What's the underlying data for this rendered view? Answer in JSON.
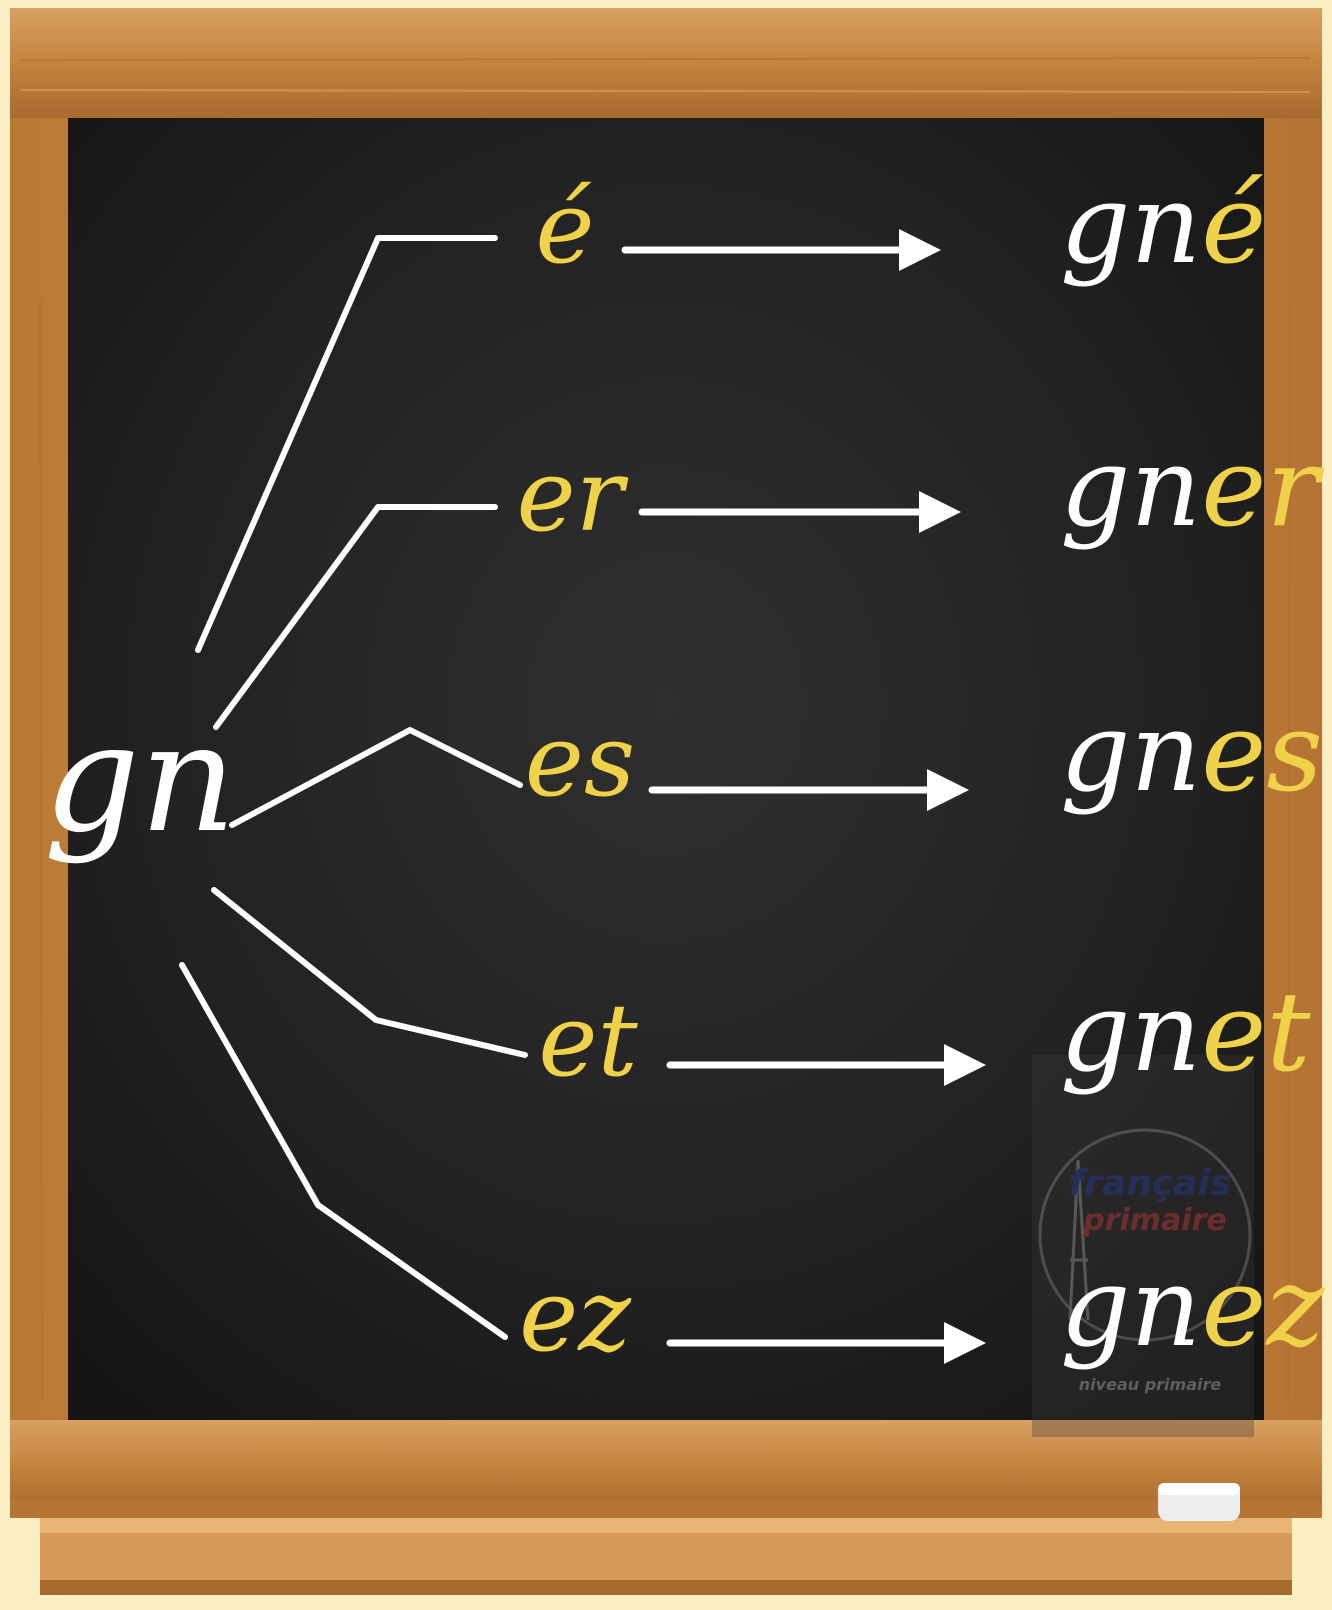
{
  "diagram": {
    "stem": "gn",
    "branches": [
      {
        "suffix": "é",
        "result_prefix": "gn",
        "result_suffix": "é"
      },
      {
        "suffix": "er",
        "result_prefix": "gn",
        "result_suffix": "er"
      },
      {
        "suffix": "es",
        "result_prefix": "gn",
        "result_suffix": "es"
      },
      {
        "suffix": "et",
        "result_prefix": "gn",
        "result_suffix": "et"
      },
      {
        "suffix": "ez",
        "result_prefix": "gn",
        "result_suffix": "ez"
      }
    ]
  },
  "watermark": {
    "line1": "français",
    "line2": "primaire",
    "line3": "niveau primaire"
  },
  "colors": {
    "chalk_white": "#ffffff",
    "chalk_yellow": "#f0d24a",
    "board": "#1f1f1f",
    "frame": "#c88a45",
    "watermark_blue": "#2b3f8c",
    "watermark_red": "#b33a3a"
  }
}
